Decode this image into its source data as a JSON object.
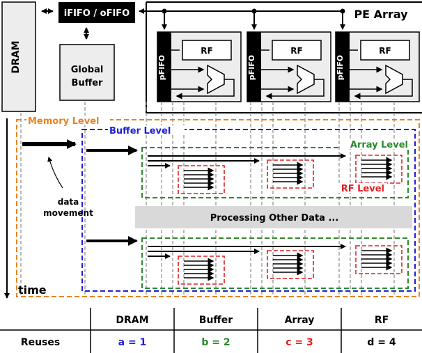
{
  "hardware": {
    "dram_label": "DRAM",
    "fifo_label": "iFIFO / oFIFO",
    "global_buffer_label": [
      "Global",
      "Buffer"
    ],
    "pe_array_label": "PE Array",
    "pe": {
      "pfifo_label": "pFIFO",
      "rf_label": "RF"
    }
  },
  "levels": {
    "memory": {
      "label": "Memory Level",
      "color": "#e8821e"
    },
    "buffer": {
      "label": "Buffer Level",
      "color": "#1f1fd6"
    },
    "array": {
      "label": "Array Level",
      "color": "#2a8a2a"
    },
    "rf": {
      "label": "RF Level",
      "color": "#e02020"
    }
  },
  "annotations": {
    "data_movement": [
      "data",
      "movement"
    ],
    "processing_other": "Processing Other Data ...",
    "time": "time"
  },
  "reuse_table": {
    "headers": [
      "DRAM",
      "Buffer",
      "Array",
      "RF"
    ],
    "row_label": "Reuses",
    "values": [
      {
        "text": "a = 1",
        "color": "#1f1fd6"
      },
      {
        "text": "b = 2",
        "color": "#2a8a2a"
      },
      {
        "text": "c = 3",
        "color": "#e02020"
      },
      {
        "text": "d = 4",
        "color": "#000000"
      }
    ]
  }
}
